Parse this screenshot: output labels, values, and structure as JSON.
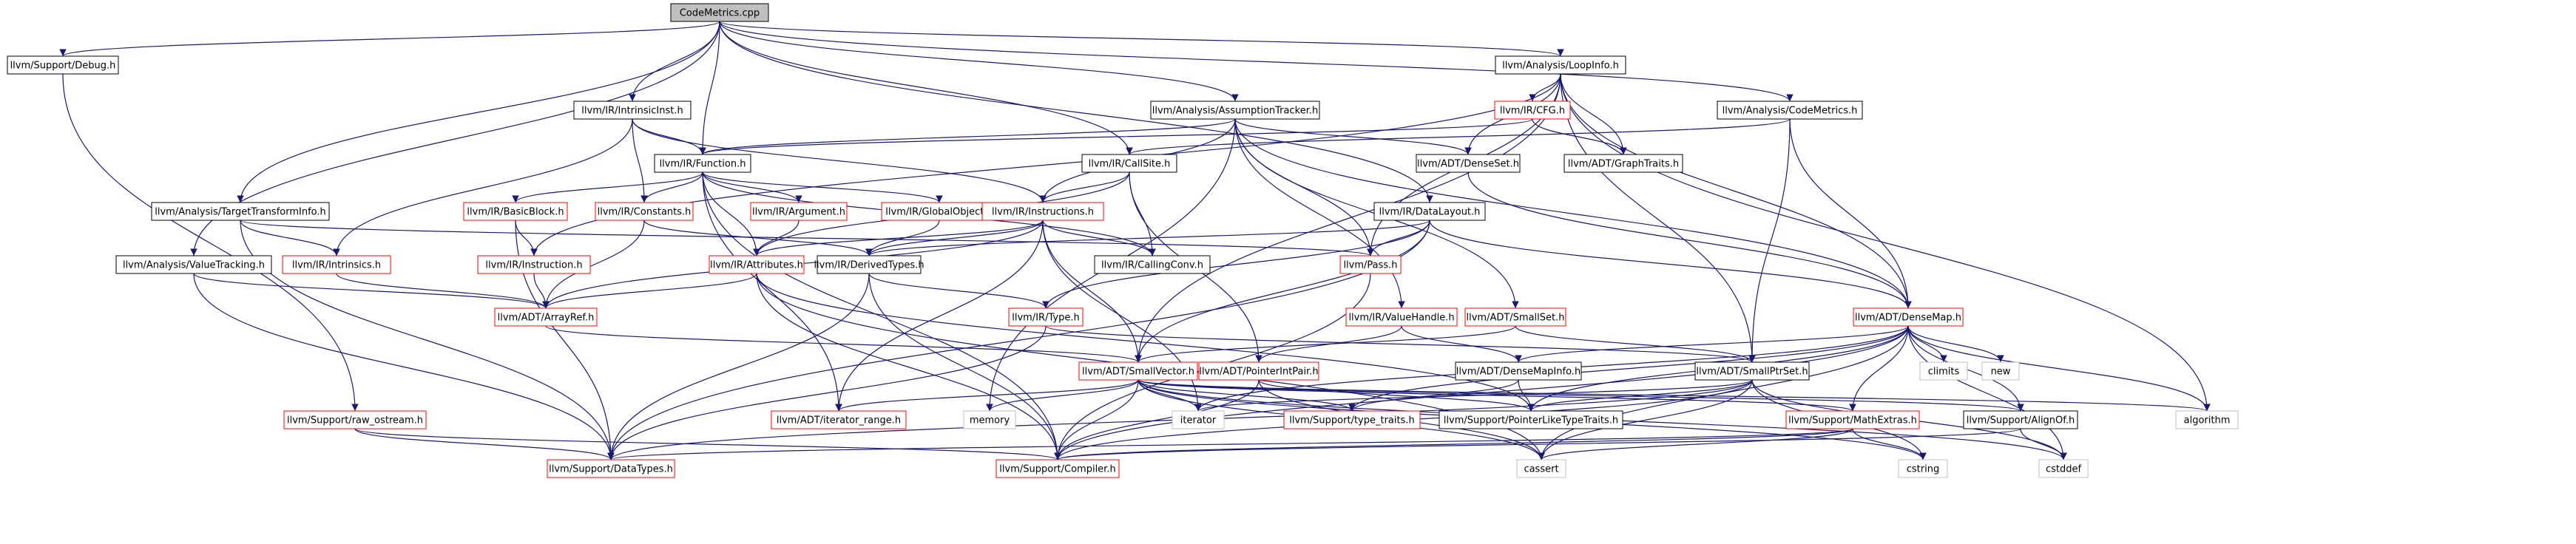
{
  "diagram": {
    "colors": {
      "root_fill": "#bfbfbf",
      "normal_border": "#000000",
      "linked_border": "#ff0000",
      "external_border": "#bfbfbf",
      "edge": "#191970"
    },
    "nodes": [
      {
        "id": "root",
        "label": "CodeMetrics.cpp",
        "kind": "root"
      },
      {
        "id": "debug",
        "label": "llvm/Support/Debug.h",
        "kind": "normal"
      },
      {
        "id": "intrinsicinst",
        "label": "llvm/IR/IntrinsicInst.h",
        "kind": "normal"
      },
      {
        "id": "loopinfo",
        "label": "llvm/Analysis/LoopInfo.h",
        "kind": "normal"
      },
      {
        "id": "assumptiontracker",
        "label": "llvm/Analysis/AssumptionTracker.h",
        "kind": "normal"
      },
      {
        "id": "cfg",
        "label": "llvm/IR/CFG.h",
        "kind": "linked"
      },
      {
        "id": "analysiscodemetrics",
        "label": "llvm/Analysis/CodeMetrics.h",
        "kind": "normal"
      },
      {
        "id": "function",
        "label": "llvm/IR/Function.h",
        "kind": "normal"
      },
      {
        "id": "callsite",
        "label": "llvm/IR/CallSite.h",
        "kind": "normal"
      },
      {
        "id": "densesetadt",
        "label": "llvm/ADT/DenseSet.h",
        "kind": "normal"
      },
      {
        "id": "graphtraits",
        "label": "llvm/ADT/GraphTraits.h",
        "kind": "normal"
      },
      {
        "id": "targettransforminfo",
        "label": "llvm/Analysis/TargetTransformInfo.h",
        "kind": "normal"
      },
      {
        "id": "basicblock",
        "label": "llvm/IR/BasicBlock.h",
        "kind": "linked"
      },
      {
        "id": "constants",
        "label": "llvm/IR/Constants.h",
        "kind": "linked"
      },
      {
        "id": "argument",
        "label": "llvm/IR/Argument.h",
        "kind": "linked"
      },
      {
        "id": "globalobject",
        "label": "llvm/IR/GlobalObject.h",
        "kind": "linked"
      },
      {
        "id": "instructions",
        "label": "llvm/IR/Instructions.h",
        "kind": "linked"
      },
      {
        "id": "datalayout",
        "label": "llvm/IR/DataLayout.h",
        "kind": "normal"
      },
      {
        "id": "valuetracking",
        "label": "llvm/Analysis/ValueTracking.h",
        "kind": "normal"
      },
      {
        "id": "intrinsics",
        "label": "llvm/IR/Intrinsics.h",
        "kind": "linked"
      },
      {
        "id": "instruction",
        "label": "llvm/IR/Instruction.h",
        "kind": "linked"
      },
      {
        "id": "attributes",
        "label": "llvm/IR/Attributes.h",
        "kind": "linked"
      },
      {
        "id": "derivedtypes",
        "label": "llvm/IR/DerivedTypes.h",
        "kind": "normal"
      },
      {
        "id": "callingconv",
        "label": "llvm/IR/CallingConv.h",
        "kind": "normal"
      },
      {
        "id": "pass",
        "label": "llvm/Pass.h",
        "kind": "linked"
      },
      {
        "id": "arrayref",
        "label": "llvm/ADT/ArrayRef.h",
        "kind": "linked"
      },
      {
        "id": "type",
        "label": "llvm/IR/Type.h",
        "kind": "linked"
      },
      {
        "id": "valuehandle",
        "label": "llvm/IR/ValueHandle.h",
        "kind": "linked"
      },
      {
        "id": "smallset",
        "label": "llvm/ADT/SmallSet.h",
        "kind": "linked"
      },
      {
        "id": "densemap",
        "label": "llvm/ADT/DenseMap.h",
        "kind": "linked"
      },
      {
        "id": "smallvector",
        "label": "llvm/ADT/SmallVector.h",
        "kind": "linked"
      },
      {
        "id": "pointerintpair",
        "label": "llvm/ADT/PointerIntPair.h",
        "kind": "linked"
      },
      {
        "id": "densemapinfo",
        "label": "llvm/ADT/DenseMapInfo.h",
        "kind": "normal"
      },
      {
        "id": "smallptrset",
        "label": "llvm/ADT/SmallPtrSet.h",
        "kind": "normal"
      },
      {
        "id": "climits",
        "label": "climits",
        "kind": "external"
      },
      {
        "id": "new",
        "label": "new",
        "kind": "external"
      },
      {
        "id": "rawostream",
        "label": "llvm/Support/raw_ostream.h",
        "kind": "linked"
      },
      {
        "id": "iteratorrange",
        "label": "llvm/ADT/iterator_range.h",
        "kind": "linked"
      },
      {
        "id": "memory",
        "label": "memory",
        "kind": "external"
      },
      {
        "id": "iterator",
        "label": "iterator",
        "kind": "external"
      },
      {
        "id": "typetraits",
        "label": "llvm/Support/type_traits.h",
        "kind": "linked"
      },
      {
        "id": "pointerliketypetraits",
        "label": "llvm/Support/PointerLikeTypeTraits.h",
        "kind": "normal"
      },
      {
        "id": "mathextras",
        "label": "llvm/Support/MathExtras.h",
        "kind": "linked"
      },
      {
        "id": "alignof",
        "label": "llvm/Support/AlignOf.h",
        "kind": "normal"
      },
      {
        "id": "algorithm",
        "label": "algorithm",
        "kind": "external"
      },
      {
        "id": "datatypes",
        "label": "llvm/Support/DataTypes.h",
        "kind": "linked"
      },
      {
        "id": "compiler",
        "label": "llvm/Support/Compiler.h",
        "kind": "linked"
      },
      {
        "id": "cassert",
        "label": "cassert",
        "kind": "external"
      },
      {
        "id": "cstring",
        "label": "cstring",
        "kind": "external"
      },
      {
        "id": "cstddef",
        "label": "cstddef",
        "kind": "external"
      }
    ],
    "edges": [
      [
        "root",
        "debug"
      ],
      [
        "root",
        "intrinsicinst"
      ],
      [
        "root",
        "loopinfo"
      ],
      [
        "root",
        "assumptiontracker"
      ],
      [
        "root",
        "analysiscodemetrics"
      ],
      [
        "root",
        "function"
      ],
      [
        "root",
        "callsite"
      ],
      [
        "root",
        "targettransforminfo"
      ],
      [
        "root",
        "datalayout"
      ],
      [
        "root",
        "valuetracking"
      ],
      [
        "debug",
        "rawostream"
      ],
      [
        "intrinsicinst",
        "function"
      ],
      [
        "intrinsicinst",
        "constants"
      ],
      [
        "intrinsicinst",
        "instructions"
      ],
      [
        "intrinsicinst",
        "intrinsics"
      ],
      [
        "loopinfo",
        "cfg"
      ],
      [
        "loopinfo",
        "densesetadt"
      ],
      [
        "loopinfo",
        "graphtraits"
      ],
      [
        "loopinfo",
        "pass"
      ],
      [
        "loopinfo",
        "densemap"
      ],
      [
        "loopinfo",
        "smallptrset"
      ],
      [
        "loopinfo",
        "smallvector"
      ],
      [
        "loopinfo",
        "instruction"
      ],
      [
        "loopinfo",
        "algorithm"
      ],
      [
        "assumptiontracker",
        "function"
      ],
      [
        "assumptiontracker",
        "instructions"
      ],
      [
        "assumptiontracker",
        "pass"
      ],
      [
        "assumptiontracker",
        "valuehandle"
      ],
      [
        "assumptiontracker",
        "densesetadt"
      ],
      [
        "assumptiontracker",
        "densemap"
      ],
      [
        "assumptiontracker",
        "smallset"
      ],
      [
        "assumptiontracker",
        "memory"
      ],
      [
        "cfg",
        "function"
      ],
      [
        "cfg",
        "graphtraits"
      ],
      [
        "analysiscodemetrics",
        "callsite"
      ],
      [
        "analysiscodemetrics",
        "densemap"
      ],
      [
        "analysiscodemetrics",
        "smallptrset"
      ],
      [
        "function",
        "basicblock"
      ],
      [
        "function",
        "constants"
      ],
      [
        "function",
        "argument"
      ],
      [
        "function",
        "globalobject"
      ],
      [
        "function",
        "attributes"
      ],
      [
        "function",
        "callingconv"
      ],
      [
        "function",
        "compiler"
      ],
      [
        "function",
        "iteratorrange"
      ],
      [
        "callsite",
        "instructions"
      ],
      [
        "callsite",
        "attributes"
      ],
      [
        "callsite",
        "callingconv"
      ],
      [
        "callsite",
        "pointerintpair"
      ],
      [
        "densesetadt",
        "densemap"
      ],
      [
        "targettransforminfo",
        "pass"
      ],
      [
        "targettransforminfo",
        "intrinsics"
      ],
      [
        "targettransforminfo",
        "datatypes"
      ],
      [
        "basicblock",
        "instruction"
      ],
      [
        "basicblock",
        "datatypes"
      ],
      [
        "constants",
        "arrayref"
      ],
      [
        "constants",
        "derivedtypes"
      ],
      [
        "argument",
        "attributes"
      ],
      [
        "globalobject",
        "derivedtypes"
      ],
      [
        "instructions",
        "derivedtypes"
      ],
      [
        "instructions",
        "arrayref"
      ],
      [
        "instructions",
        "attributes"
      ],
      [
        "instructions",
        "callingconv"
      ],
      [
        "instructions",
        "smallvector"
      ],
      [
        "instructions",
        "iteratorrange"
      ],
      [
        "instructions",
        "iterator"
      ],
      [
        "datalayout",
        "pass"
      ],
      [
        "datalayout",
        "derivedtypes"
      ],
      [
        "datalayout",
        "type"
      ],
      [
        "datalayout",
        "densemap"
      ],
      [
        "datalayout",
        "smallvector"
      ],
      [
        "datalayout",
        "datatypes"
      ],
      [
        "valuetracking",
        "arrayref"
      ],
      [
        "valuetracking",
        "datatypes"
      ],
      [
        "intrinsics",
        "arrayref"
      ],
      [
        "instruction",
        "arrayref"
      ],
      [
        "attributes",
        "arrayref"
      ],
      [
        "attributes",
        "pointerliketypetraits"
      ],
      [
        "attributes",
        "compiler"
      ],
      [
        "attributes",
        "cassert"
      ],
      [
        "derivedtypes",
        "type"
      ],
      [
        "derivedtypes",
        "datatypes"
      ],
      [
        "derivedtypes",
        "compiler"
      ],
      [
        "pass",
        "compiler"
      ],
      [
        "arrayref",
        "smallvector"
      ],
      [
        "type",
        "smallptrset"
      ],
      [
        "type",
        "datatypes"
      ],
      [
        "valuehandle",
        "densemapinfo"
      ],
      [
        "valuehandle",
        "pointerintpair"
      ],
      [
        "smallset",
        "smallvector"
      ],
      [
        "smallset",
        "smallptrset"
      ],
      [
        "densemap",
        "densemapinfo"
      ],
      [
        "densemap",
        "mathextras"
      ],
      [
        "densemap",
        "alignof"
      ],
      [
        "densemap",
        "pointerliketypetraits"
      ],
      [
        "densemap",
        "typetraits"
      ],
      [
        "densemap",
        "climits"
      ],
      [
        "densemap",
        "new"
      ],
      [
        "densemap",
        "algorithm"
      ],
      [
        "densemap",
        "cassert"
      ],
      [
        "densemap",
        "cstddef"
      ],
      [
        "densemap",
        "iterator"
      ],
      [
        "densemap",
        "compiler"
      ],
      [
        "smallvector",
        "iteratorrange"
      ],
      [
        "smallvector",
        "alignof"
      ],
      [
        "smallvector",
        "compiler"
      ],
      [
        "smallvector",
        "mathextras"
      ],
      [
        "smallvector",
        "typetraits"
      ],
      [
        "smallvector",
        "memory"
      ],
      [
        "smallvector",
        "iterator"
      ],
      [
        "smallvector",
        "algorithm"
      ],
      [
        "smallvector",
        "cassert"
      ],
      [
        "smallvector",
        "cstddef"
      ],
      [
        "smallvector",
        "cstring"
      ],
      [
        "pointerintpair",
        "pointerliketypetraits"
      ],
      [
        "pointerintpair",
        "compiler"
      ],
      [
        "pointerintpair",
        "cassert"
      ],
      [
        "densemapinfo",
        "pointerliketypetraits"
      ],
      [
        "densemapinfo",
        "typetraits"
      ],
      [
        "smallptrset",
        "compiler"
      ],
      [
        "smallptrset",
        "datatypes"
      ],
      [
        "smallptrset",
        "pointerliketypetraits"
      ],
      [
        "smallptrset",
        "cassert"
      ],
      [
        "smallptrset",
        "cstddef"
      ],
      [
        "smallptrset",
        "cstring"
      ],
      [
        "smallptrset",
        "iterator"
      ],
      [
        "rawostream",
        "compiler"
      ],
      [
        "rawostream",
        "datatypes"
      ],
      [
        "mathextras",
        "compiler"
      ],
      [
        "mathextras",
        "datatypes"
      ],
      [
        "mathextras",
        "cstring"
      ],
      [
        "mathextras",
        "cassert"
      ],
      [
        "alignof",
        "compiler"
      ],
      [
        "alignof",
        "cstddef"
      ]
    ]
  }
}
